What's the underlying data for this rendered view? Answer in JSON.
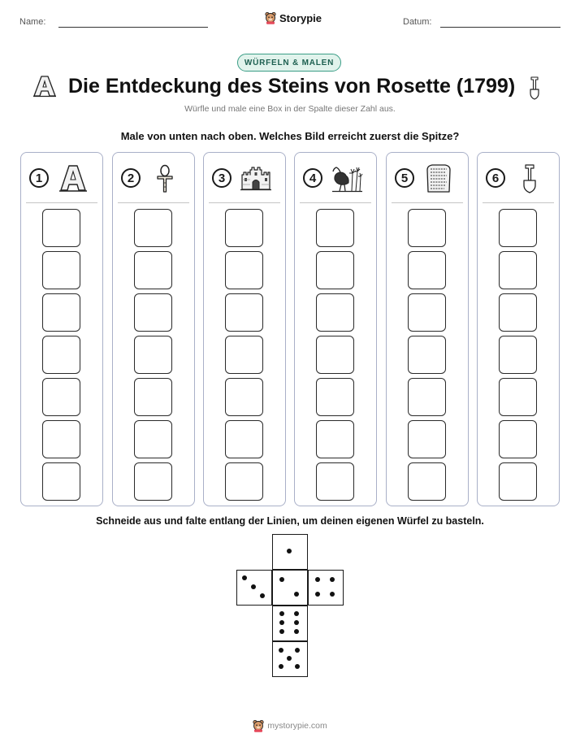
{
  "header": {
    "name_label": "Name:",
    "date_label": "Datum:",
    "brand": "Storypie"
  },
  "badge": "WÜRFELN & MALEN",
  "title": "Die Entdeckung des Steins von Rosette (1799)",
  "subtitle": "Würfle und male eine Box in der Spalte dieser Zahl aus.",
  "instruction": "Male von unten nach oben. Welches Bild erreicht zuerst die Spitze?",
  "columns": [
    {
      "number": "1",
      "icon": "letter-a-icon"
    },
    {
      "number": "2",
      "icon": "ankh-icon"
    },
    {
      "number": "3",
      "icon": "fortress-icon"
    },
    {
      "number": "4",
      "icon": "ibis-papyrus-icon"
    },
    {
      "number": "5",
      "icon": "rosetta-stone-icon"
    },
    {
      "number": "6",
      "icon": "shovel-icon"
    }
  ],
  "boxes_per_column": 7,
  "cut_instruction": "Schneide aus und falte entlang der Linien, um deinen eigenen Würfel zu basteln.",
  "footer": "mystorypie.com"
}
